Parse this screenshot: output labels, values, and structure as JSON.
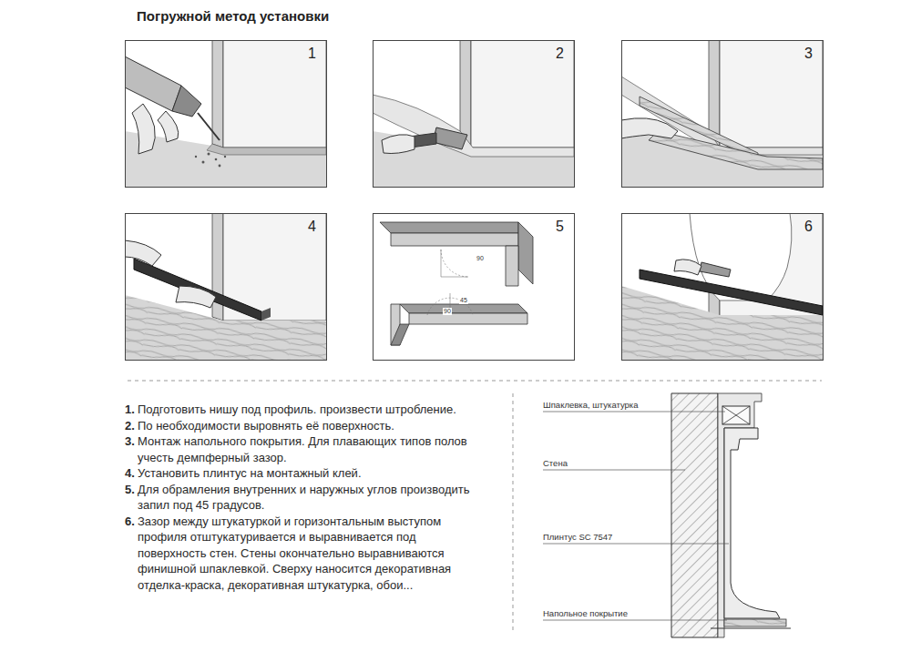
{
  "diagram": {
    "title": "Погружной метод установки",
    "nodes": [
      {
        "text": [
          "1"
        ]
      },
      {
        "text": [
          "2"
        ]
      },
      {
        "text": [
          "3"
        ]
      },
      {
        "text": [
          "4"
        ]
      },
      {
        "text": [
          "5"
        ]
      },
      {
        "text": [
          "6"
        ]
      }
    ],
    "labels": [
      "90",
      "90",
      "45",
      "1.",
      "Подготовить нишу под профиль. произвести штробление.",
      "2.",
      "По необходимости выровнять её поверхность.",
      "3.",
      "Монтаж напольного покрытия. Для плавающих типов полов учесть демпферный зазор.",
      "4.",
      "Установить плинтус на монтажный клей.",
      "5.",
      "Для обрамления внутренних и наружных углов производить запил под 45 градусов.",
      "6.",
      "Зазор между штукатуркой и горизонтальным выступом профиля отштукатуривается и выравнивается под поверхность стен. Стены окончательно выравниваются финишной шпаклевкой. Сверху наносится декоративная отделка-краска, декоративная штукатурка, обои...",
      "Шпаклевка, штукатурка",
      "Стена",
      "Плинтус SC 7547",
      "Напольное покрытие"
    ]
  }
}
